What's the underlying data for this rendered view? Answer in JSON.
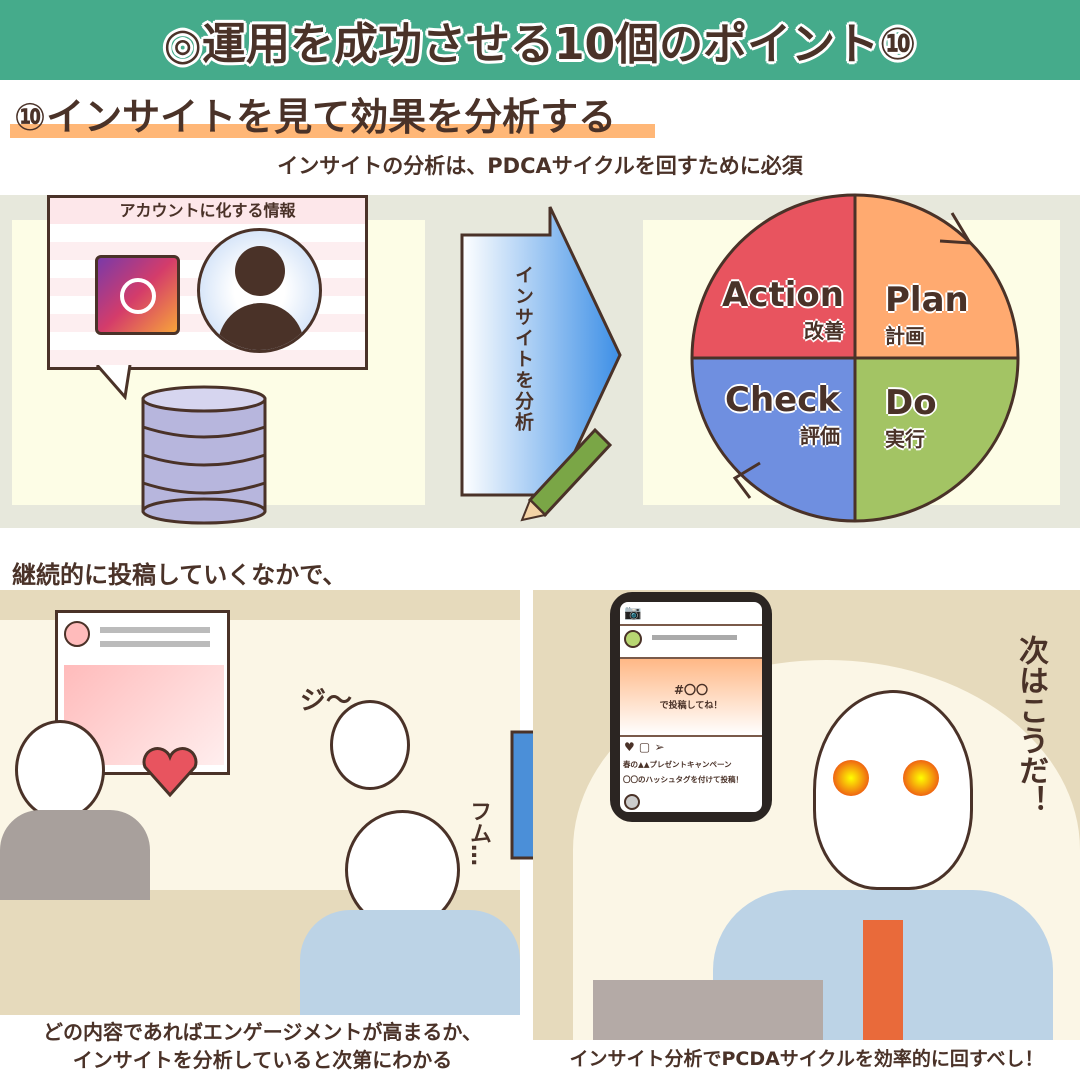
{
  "header": {
    "title": "◎運用を成功させる10個のポイント⑩"
  },
  "section": {
    "title": "⑩インサイトを見て効果を分析する",
    "lead": "インサイトの分析は、PDCAサイクルを回すために必須"
  },
  "diagram": {
    "bubble_title": "アカウントに化する情報",
    "arrow_label": "インサイトを分析",
    "pdca": [
      {
        "en": "Action",
        "ja": "改善",
        "color": "#e8545f"
      },
      {
        "en": "Plan",
        "ja": "計画",
        "color": "#ffaa70"
      },
      {
        "en": "Check",
        "ja": "評価",
        "color": "#6f8fe0"
      },
      {
        "en": "Do",
        "ja": "実行",
        "color": "#a3c464"
      }
    ]
  },
  "story": {
    "lead": "継続的に投稿していくなかで、",
    "sfx": [
      "ジ〜",
      "フム…",
      "次はこうだ！"
    ],
    "phone": {
      "hashtag": "#〇〇",
      "post_prompt": "で投稿してね！",
      "line1": "春の▲▲プレゼントキャンペーン",
      "line2": "〇〇のハッシュタグを付けて投稿！"
    },
    "caption_left": [
      "どの内容であればエンゲージメントが高まるか、",
      "インサイトを分析していると次第にわかる"
    ],
    "caption_right": "インサイト分析でPCDAサイクルを効率的に回すべし！"
  },
  "colors": {
    "header": "#45ab8b",
    "underline": "#ffb777",
    "text": "#4a3228"
  }
}
